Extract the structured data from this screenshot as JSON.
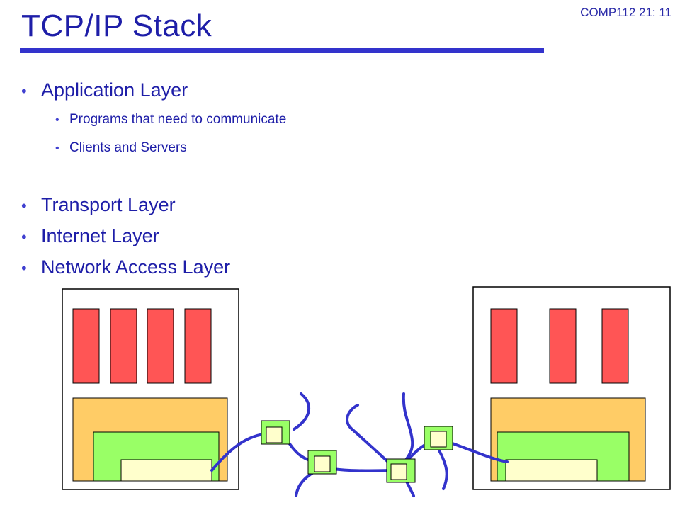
{
  "header": {
    "slide_number": "COMP112 21: 11",
    "title": "TCP/IP Stack"
  },
  "bullets": [
    {
      "label": "Application Layer",
      "sub": [
        "Programs that need to communicate",
        "Clients and Servers"
      ]
    },
    {
      "label": "Transport Layer",
      "sub": []
    },
    {
      "label": "Internet Layer",
      "sub": []
    },
    {
      "label": "Network Access Layer",
      "sub": []
    }
  ],
  "colors": {
    "application": "#ff5555",
    "transport": "#ffcc66",
    "internet": "#99ff66",
    "network_access": "#ffffcc",
    "link": "#3333cc",
    "text": "#1e1ea8"
  },
  "diagram": {
    "hosts": [
      "left-host",
      "right-host"
    ],
    "left_host_app_blocks": 4,
    "right_host_app_blocks": 3,
    "routers": 4
  }
}
